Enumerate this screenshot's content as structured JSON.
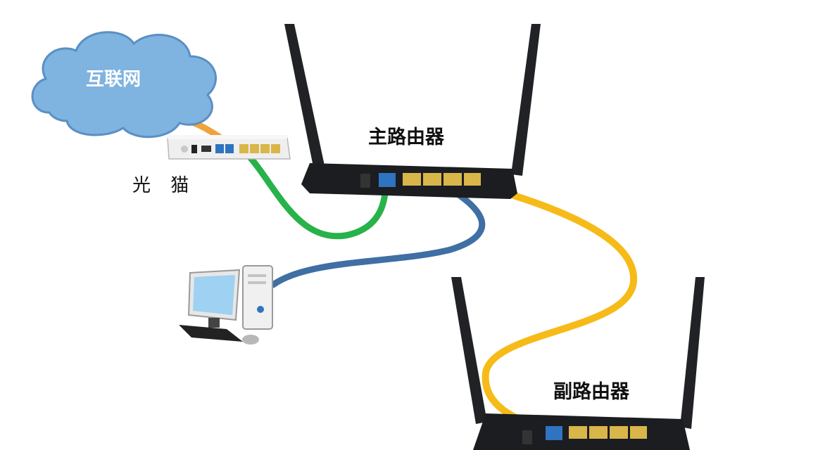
{
  "labels": {
    "internet": "互联网",
    "modem": "光 猫",
    "main_router": "主路由器",
    "sub_router": "副路由器"
  },
  "colors": {
    "background": "#ffffff",
    "cloud": "#7fb3e0",
    "cloud_edge": "#5a8fc4",
    "router_body": "#1b1d20",
    "antenna": "#202226",
    "modem_body": "#efefef",
    "wan_port": "#2f74c0",
    "lan_port": "#d9b64a",
    "cable_orange": "#f0a23c",
    "cable_green": "#27b24a",
    "cable_blue": "#3f6fa3",
    "cable_yellow": "#f6bb19",
    "monitor_screen": "#9ed1f2"
  },
  "icons": [
    "cloud-icon",
    "modem-icon",
    "router-icon",
    "computer-icon"
  ]
}
